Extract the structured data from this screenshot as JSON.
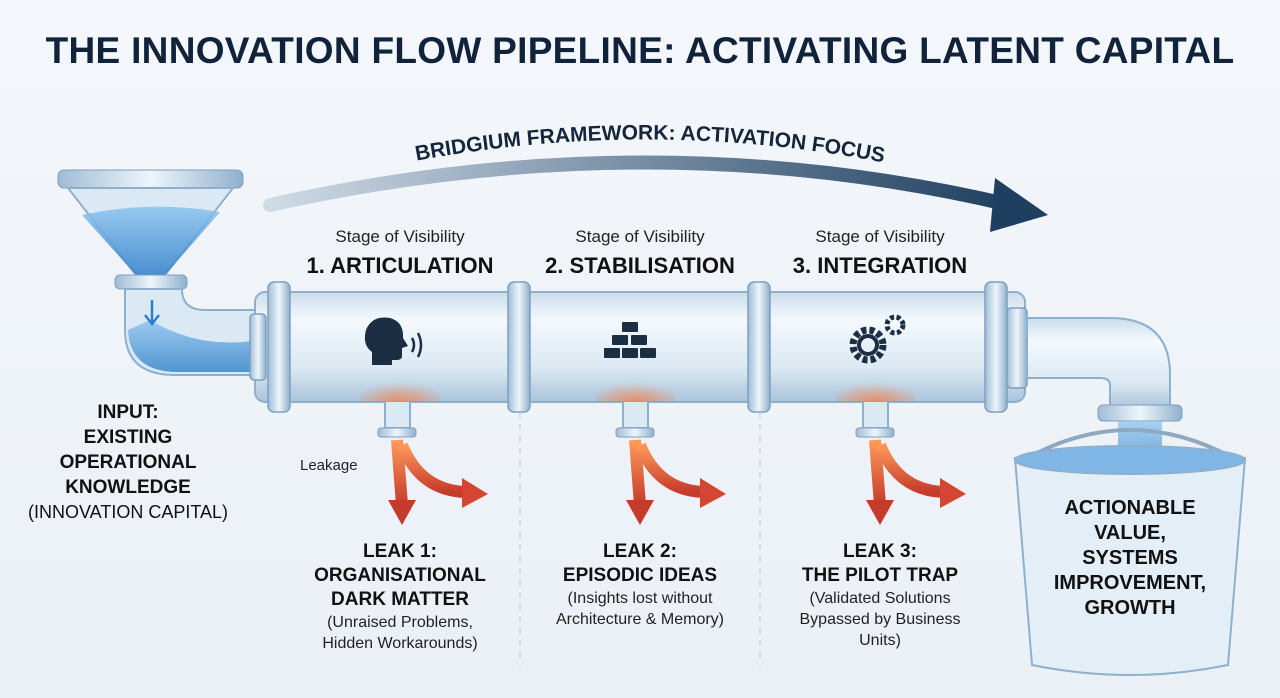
{
  "title": "THE INNOVATION FLOW PIPELINE: ACTIVATING LATENT CAPITAL",
  "framework_arrow_label": "BRIDGIUM FRAMEWORK: ACTIVATION FOCUS",
  "input": {
    "heading_lines": [
      "INPUT:",
      "EXISTING",
      "OPERATIONAL",
      "KNOWLEDGE"
    ],
    "note": "(INNOVATION CAPITAL)"
  },
  "leakage_label": "Leakage",
  "stages": [
    {
      "sub": "Stage of Visibility",
      "name": "1. ARTICULATION",
      "icon": "speaking-head-icon"
    },
    {
      "sub": "Stage of Visibility",
      "name": "2. STABILISATION",
      "icon": "bricks-icon"
    },
    {
      "sub": "Stage of Visibility",
      "name": "3. INTEGRATION",
      "icon": "gears-icon"
    }
  ],
  "leaks": [
    {
      "heading_lines": [
        "LEAK 1:",
        "ORGANISATIONAL",
        "DARK MATTER"
      ],
      "desc_lines": [
        "(Unraised Problems,",
        "Hidden Workarounds)"
      ]
    },
    {
      "heading_lines": [
        "LEAK 2:",
        "EPISODIC IDEAS"
      ],
      "desc_lines": [
        "(Insights lost without",
        "Architecture & Memory)"
      ]
    },
    {
      "heading_lines": [
        "LEAK 3:",
        "THE PILOT TRAP"
      ],
      "desc_lines": [
        "(Validated Solutions",
        "Bypassed by Business",
        "Units)"
      ]
    }
  ],
  "output": {
    "lines": [
      "ACTIONABLE",
      "VALUE,",
      "SYSTEMS",
      "IMPROVEMENT,",
      "GROWTH"
    ]
  },
  "colors": {
    "title": "#10233a",
    "arrow": "#1f3f60",
    "leak": "#e0523a",
    "water": "#5aa0de"
  }
}
